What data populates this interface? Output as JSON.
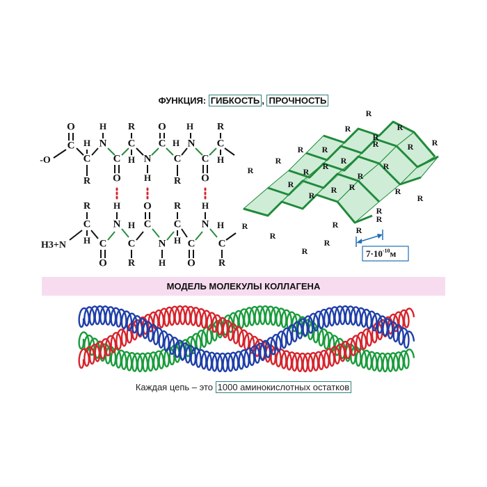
{
  "title": {
    "prefix": "ФУНКЦИЯ: ",
    "word1": "ГИБКОСТЬ",
    "separator": ", ",
    "word2": "ПРОЧНОСТЬ"
  },
  "formula": {
    "left_end": "-O",
    "bottom_end": "H3+N",
    "atoms": {
      "c": "C",
      "n": "N",
      "o": "O",
      "h": "H",
      "r": "R"
    }
  },
  "sheet": {
    "r_label": "R",
    "measure": "7·10",
    "measure_exp": "-10",
    "measure_unit": "м"
  },
  "band_label": "МОДЕЛЬ МОЛЕКУЛЫ КОЛЛАГЕНА",
  "caption": {
    "prefix": "Каждая цепь – это ",
    "boxed": "1000 аминокислотных остатков"
  },
  "colors": {
    "bond": "#2a8a3e",
    "hbond": "#d9262c",
    "sheet_fill": "#bfe5c9",
    "sheet_edge": "#1f8a3a",
    "band": "#f7dcef",
    "arrow": "#1f6fb5",
    "strand1": "#1a9b3c",
    "strand2": "#d6242c",
    "strand3": "#1f3fa8"
  }
}
